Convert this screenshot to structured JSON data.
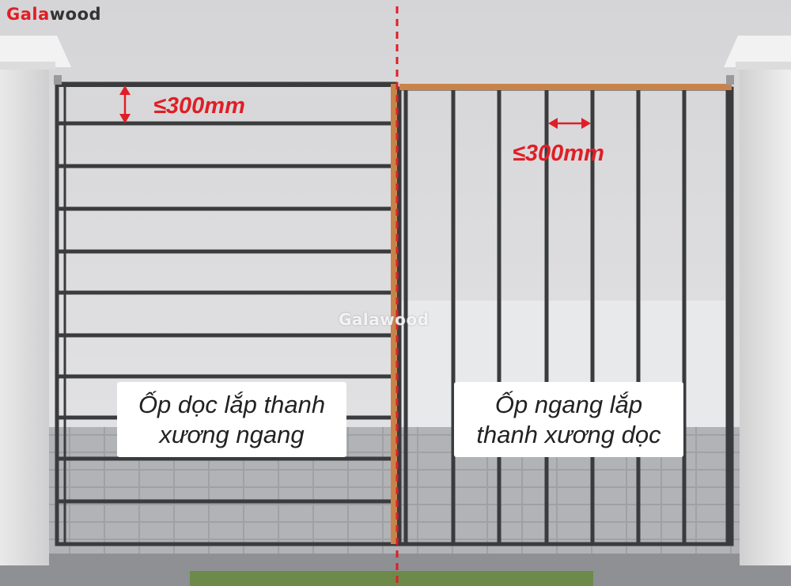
{
  "brand": {
    "logo_red": "Gala",
    "logo_dark": "wood",
    "watermark": "Galawood"
  },
  "left_gate": {
    "dimension": "≤300mm",
    "caption_line1": "Ốp dọc lắp thanh",
    "caption_line2": "xương ngang"
  },
  "right_gate": {
    "dimension": "≤300mm",
    "caption_line1": "Ốp ngang lắp",
    "caption_line2": "thanh xương dọc"
  },
  "colors": {
    "accent": "#e01e26",
    "frame": "#3a3b3d",
    "wood": "#c8834a"
  }
}
